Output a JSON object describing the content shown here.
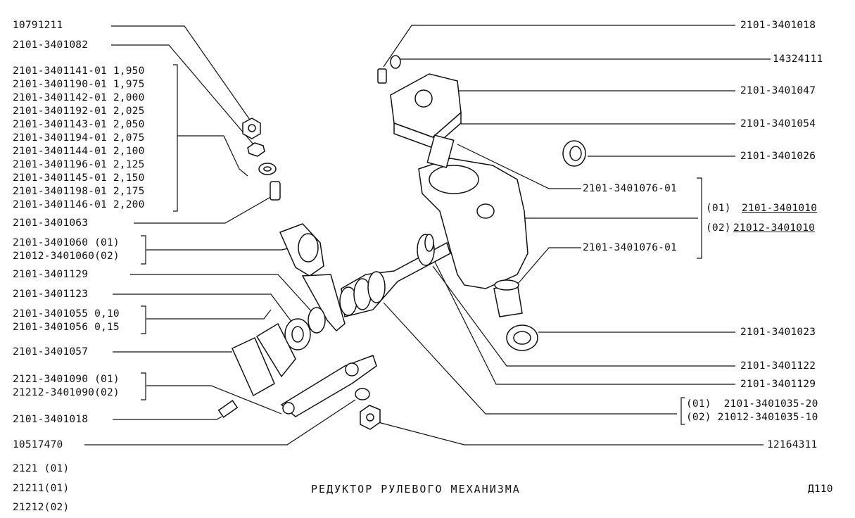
{
  "title": "РЕДУКТОР РУЛЕВОГО МЕХАНИЗМА",
  "page_code": "Д110",
  "models": [
    "2121 (01)",
    "21211(01)",
    "21212(02)"
  ],
  "left_labels": {
    "l1": "10791211",
    "l2": "2101-3401082",
    "shims": [
      "2101-3401141-01 1,950",
      "2101-3401190-01 1,975",
      "2101-3401142-01 2,000",
      "2101-3401192-01 2,025",
      "2101-3401143-01 2,050",
      "2101-3401194-01 2,075",
      "2101-3401144-01 2,100",
      "2101-3401196-01 2,125",
      "2101-3401145-01 2,150",
      "2101-3401198-01 2,175",
      "2101-3401146-01 2,200"
    ],
    "l3": "2101-3401063",
    "l4a": "2101-3401060 (01)",
    "l4b": "21012-3401060(02)",
    "l5": "2101-3401129",
    "l6": "2101-3401123",
    "l7a": "2101-3401055 0,10",
    "l7b": "2101-3401056 0,15",
    "l8": "2101-3401057",
    "l9a": "2121-3401090 (01)",
    "l9b": "21212-3401090(02)",
    "l10": "2101-3401018",
    "l11": "10517470"
  },
  "right_labels": {
    "r1": "2101-3401018",
    "r2": "14324111",
    "r3": "2101-3401047",
    "r4": "2101-3401054",
    "r5": "2101-3401026",
    "r6": "2101-3401076-01",
    "r7a_prefix": "(01)",
    "r7a": "2101-3401010",
    "r7b_prefix": "(02)",
    "r7b": "21012-3401010",
    "r8": "2101-3401076-01",
    "r9": "2101-3401023",
    "r10": "2101-3401122",
    "r11": "2101-3401129",
    "r12a": "(01)  2101-3401035-20",
    "r12b": "(02) 21012-3401035-10",
    "r13": "12164311"
  }
}
